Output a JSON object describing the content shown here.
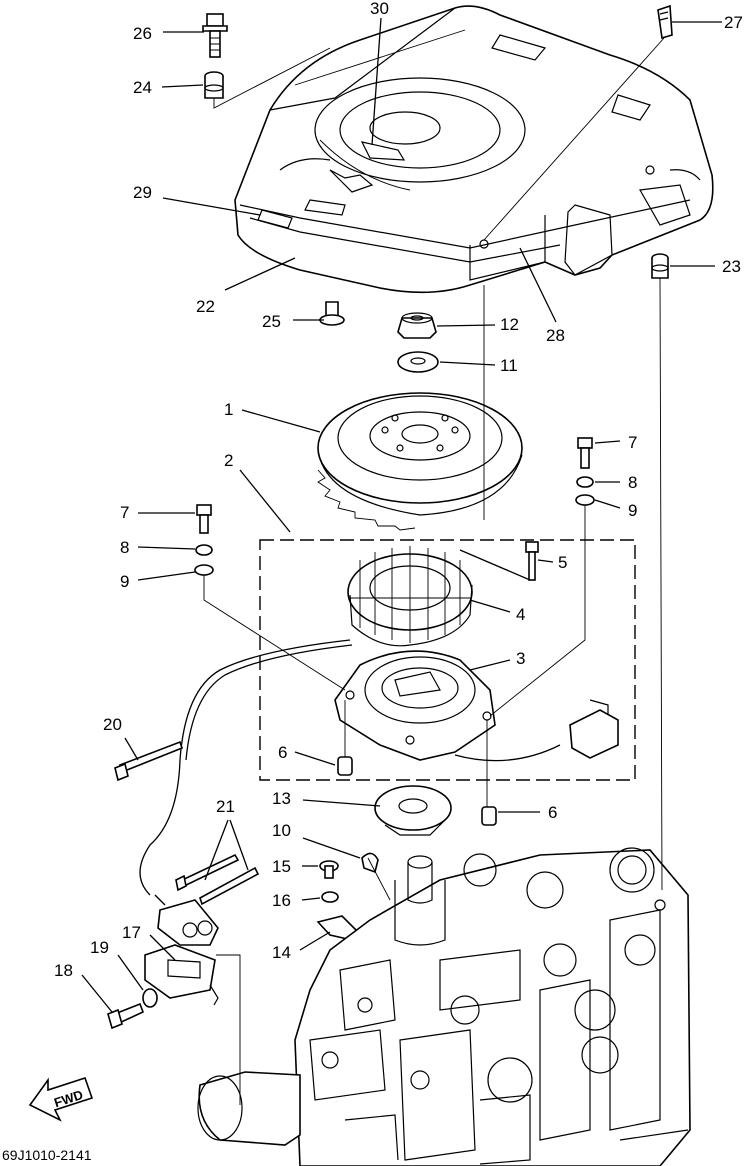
{
  "diagram_code": "69J1010-2141",
  "direction_arrow": "FWD",
  "callouts": [
    {
      "id": "c30",
      "text": "30"
    },
    {
      "id": "c26",
      "text": "26"
    },
    {
      "id": "c27",
      "text": "27"
    },
    {
      "id": "c24",
      "text": "24"
    },
    {
      "id": "c29",
      "text": "29"
    },
    {
      "id": "c22",
      "text": "22"
    },
    {
      "id": "c23",
      "text": "23"
    },
    {
      "id": "c25",
      "text": "25"
    },
    {
      "id": "c12",
      "text": "12"
    },
    {
      "id": "c28",
      "text": "28"
    },
    {
      "id": "c11",
      "text": "11"
    },
    {
      "id": "c1",
      "text": "1"
    },
    {
      "id": "c7a",
      "text": "7"
    },
    {
      "id": "c2",
      "text": "2"
    },
    {
      "id": "c8a",
      "text": "8"
    },
    {
      "id": "c9a",
      "text": "9"
    },
    {
      "id": "c7b",
      "text": "7"
    },
    {
      "id": "c8b",
      "text": "8"
    },
    {
      "id": "c9b",
      "text": "9"
    },
    {
      "id": "c5",
      "text": "5"
    },
    {
      "id": "c4",
      "text": "4"
    },
    {
      "id": "c3",
      "text": "3"
    },
    {
      "id": "c20",
      "text": "20"
    },
    {
      "id": "c6a",
      "text": "6"
    },
    {
      "id": "c13",
      "text": "13"
    },
    {
      "id": "c6b",
      "text": "6"
    },
    {
      "id": "c21",
      "text": "21"
    },
    {
      "id": "c10",
      "text": "10"
    },
    {
      "id": "c15",
      "text": "15"
    },
    {
      "id": "c16",
      "text": "16"
    },
    {
      "id": "c17",
      "text": "17"
    },
    {
      "id": "c14",
      "text": "14"
    },
    {
      "id": "c19",
      "text": "19"
    },
    {
      "id": "c18",
      "text": "18"
    }
  ]
}
